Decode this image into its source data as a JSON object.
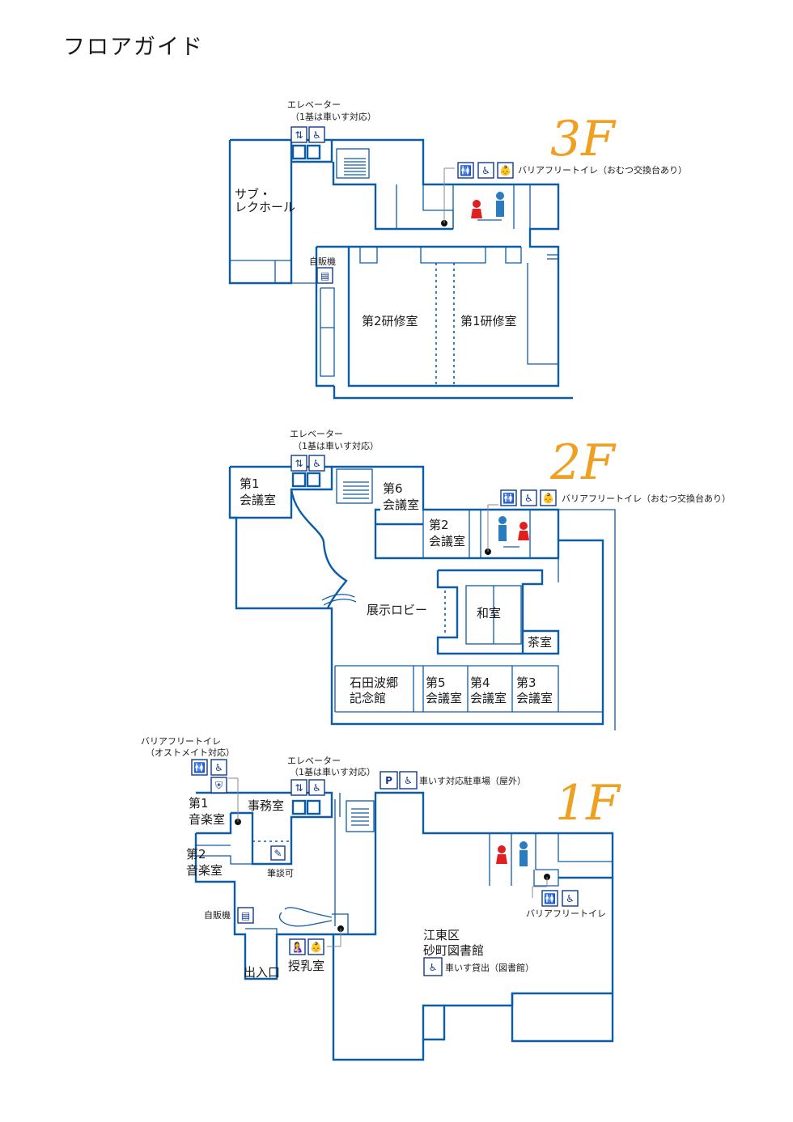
{
  "title": "フロアガイド",
  "colors": {
    "wall": "#0d5ca8",
    "floor_label": "#f0a020",
    "icon": "#123a8c",
    "female": "#e02020",
    "male": "#2a7bc0"
  },
  "icons": [
    "elevator-icon",
    "wheelchair-icon",
    "accessible-toilet-icon",
    "baby-changing-icon",
    "vending-machine-icon",
    "parking-icon",
    "nursing-room-icon",
    "writing-conversation-icon",
    "ostomate-icon"
  ],
  "floors": {
    "f3": {
      "label": "3F",
      "elevator": "エレベーター",
      "elevator_note": "（1基は車いす対応）",
      "barrier_free_toilet": "バリアフリートイレ（おむつ交換台あり）",
      "vending": "自販機",
      "rooms": {
        "sub_hall_1": "サブ・",
        "sub_hall_2": "レクホール",
        "training2": "第2研修室",
        "training1": "第1研修室"
      }
    },
    "f2": {
      "label": "2F",
      "elevator": "エレベーター",
      "elevator_note": "（1基は車いす対応）",
      "barrier_free_toilet": "バリアフリートイレ（おむつ交換台あり）",
      "rooms": {
        "conf1_a": "第1",
        "conf1_b": "会議室",
        "conf6_a": "第6",
        "conf6_b": "会議室",
        "conf2_a": "第2",
        "conf2_b": "会議室",
        "lobby": "展示ロビー",
        "washitsu": "和室",
        "chashitsu": "茶室",
        "museum_a": "石田波郷",
        "museum_b": "記念館",
        "conf5_a": "第5",
        "conf5_b": "会議室",
        "conf4_a": "第4",
        "conf4_b": "会議室",
        "conf3_a": "第3",
        "conf3_b": "会議室"
      }
    },
    "f1": {
      "label": "1F",
      "elevator": "エレベーター",
      "elevator_note": "（1基は車いす対応）",
      "toilet_ostomate_a": "バリアフリートイレ",
      "toilet_ostomate_b": "（オストメイト対応）",
      "parking": "車いす対応駐車場（屋外）",
      "barrier_free_toilet": "バリアフリートイレ",
      "vending": "自販機",
      "writing": "筆談可",
      "wheelchair_rental": "車いす貸出（図書館）",
      "rooms": {
        "music1_a": "第1",
        "music1_b": "音楽室",
        "music2_a": "第2",
        "music2_b": "音楽室",
        "office": "事務室",
        "entrance": "出入口",
        "nursing": "授乳室",
        "library_a": "江東区",
        "library_b": "砂町図書館"
      }
    }
  }
}
